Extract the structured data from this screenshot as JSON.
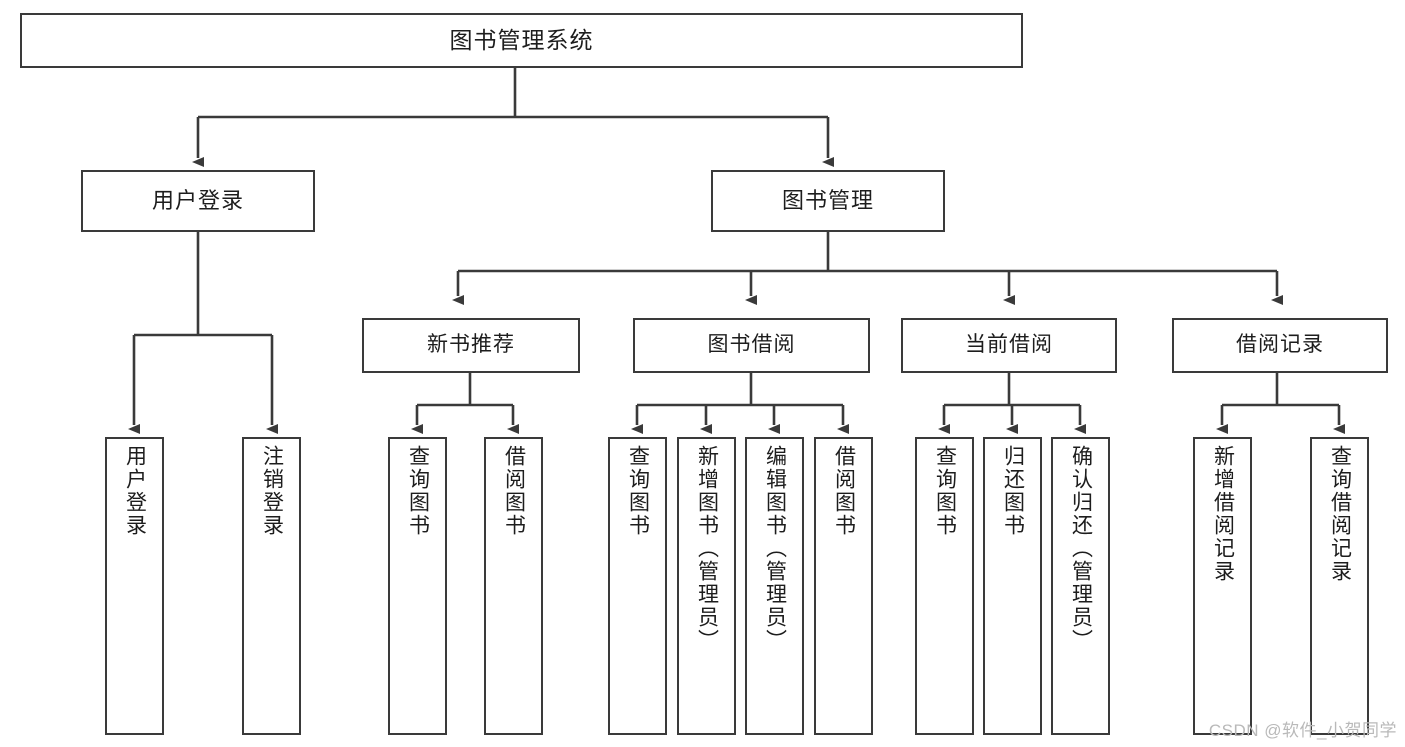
{
  "diagram": {
    "title_node": {
      "label": "图书管理系统"
    },
    "level2": [
      {
        "label": "用户登录"
      },
      {
        "label": "图书管理"
      }
    ],
    "level3": [
      {
        "label": "新书推荐"
      },
      {
        "label": "图书借阅"
      },
      {
        "label": "当前借阅"
      },
      {
        "label": "借阅记录"
      }
    ],
    "leaves": {
      "user_login": [
        {
          "label": "用户登录"
        },
        {
          "label": "注销登录"
        }
      ],
      "new_book": [
        {
          "label": "查询图书"
        },
        {
          "label": "借阅图书"
        }
      ],
      "book_borrow": [
        {
          "label": "查询图书"
        },
        {
          "label": "新增图书（管理员）"
        },
        {
          "label": "编辑图书（管理员）"
        },
        {
          "label": "借阅图书"
        }
      ],
      "current_borrow": [
        {
          "label": "查询图书"
        },
        {
          "label": "归还图书"
        },
        {
          "label": "确认归还（管理员）"
        }
      ],
      "borrow_record": [
        {
          "label": "新增借阅记录"
        },
        {
          "label": "查询借阅记录"
        }
      ]
    }
  },
  "watermark": {
    "text": "CSDN @软件_小贺同学"
  },
  "colors": {
    "border": "#3a3a3a",
    "text": "#1d1d1d",
    "background": "#ffffff",
    "watermark": "#b9b9b9"
  }
}
